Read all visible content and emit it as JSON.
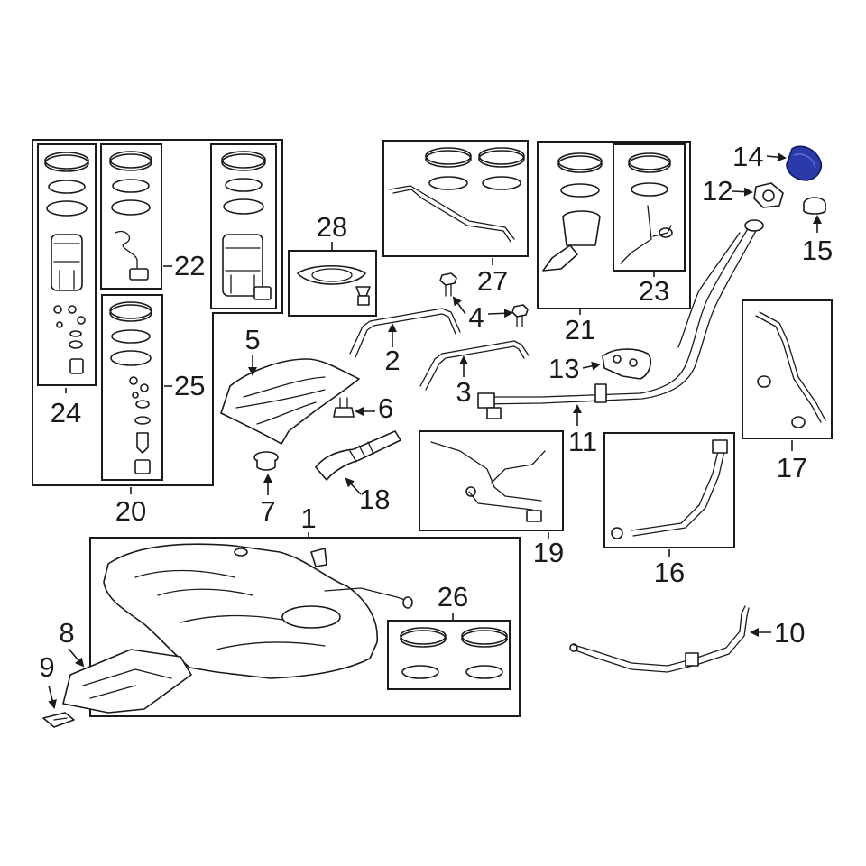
{
  "callouts": {
    "c1": "1",
    "c2": "2",
    "c3": "3",
    "c4": "4",
    "c5": "5",
    "c6": "6",
    "c7": "7",
    "c8": "8",
    "c9": "9",
    "c10": "10",
    "c11": "11",
    "c12": "12",
    "c13": "13",
    "c14": "14",
    "c15": "15",
    "c16": "16",
    "c17": "17",
    "c18": "18",
    "c19": "19",
    "c20": "20",
    "c21": "21",
    "c22": "22",
    "c23": "23",
    "c24": "24",
    "c25": "25",
    "c26": "26",
    "c27": "27",
    "c28": "28"
  },
  "colors": {
    "highlight": "#2b3aa8",
    "line": "#1a1a1a",
    "background": "#ffffff"
  },
  "highlighted_part": "14"
}
